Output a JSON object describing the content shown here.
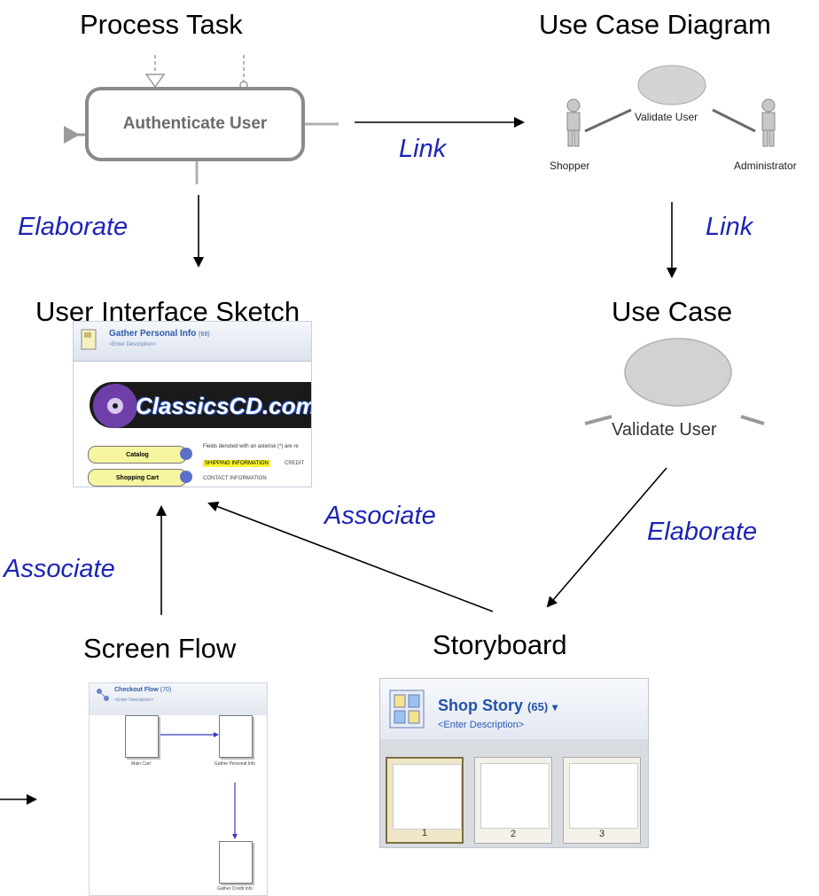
{
  "nodes": {
    "process_task": {
      "title": "Process Task",
      "box_label": "Authenticate User"
    },
    "use_case_diagram": {
      "title": "Use Case Diagram",
      "use_case": "Validate User",
      "actor_left": "Shopper",
      "actor_right": "Administrator"
    },
    "ui_sketch": {
      "title": "User Interface Sketch",
      "header_title": "Gather Personal Info",
      "header_count": "(69)",
      "header_desc": "<Enter Description>",
      "logo": "ClassicsCD.com",
      "nav": [
        "Catalog",
        "Shopping Cart"
      ],
      "fields_note": "Fields denoted with an asterisk (*) are re",
      "sections": [
        "SHIPPING INFORMATION",
        "CREDIT",
        "CONTACT INFORMATION"
      ]
    },
    "use_case": {
      "title": "Use Case",
      "label": "Validate User"
    },
    "screen_flow": {
      "title": "Screen Flow",
      "header_title": "Checkout Flow",
      "header_count": "(70)",
      "header_desc": "<Enter Description>",
      "captions": [
        "Main Cart",
        "Gather Personal Info",
        "Gather Credit Info"
      ]
    },
    "storyboard": {
      "title": "Storyboard",
      "name": "Shop Story",
      "count": "(65)",
      "caret": "▾",
      "desc": "<Enter Description>",
      "frames": [
        "1",
        "2",
        "3"
      ]
    }
  },
  "relations": {
    "link_top": "Link",
    "link_right": "Link",
    "elaborate_left": "Elaborate",
    "elaborate_right": "Elaborate",
    "associate_mid": "Associate",
    "associate_left": "Associate"
  }
}
